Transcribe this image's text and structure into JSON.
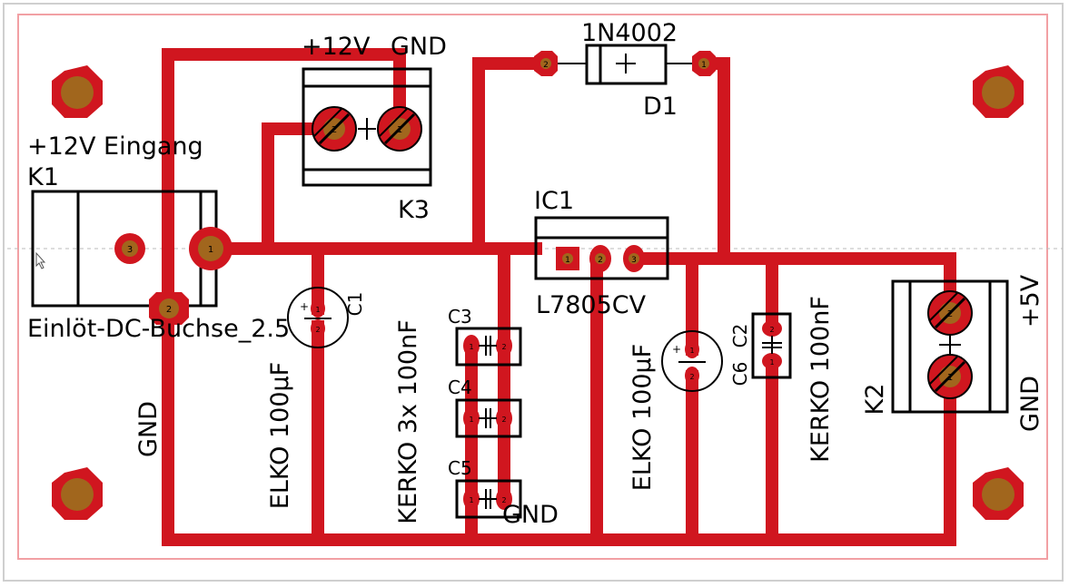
{
  "colors": {
    "trace": "#d0161f",
    "pad_outer": "#d0161f",
    "pad_inner": "#a1661d",
    "outline": "#000000",
    "board_edge": "#f2a0a4",
    "background": "#ffffff"
  },
  "labels": {
    "k1_title": "+12V Eingang",
    "k1_name": "K1",
    "k1_value": "Einlöt-DC-Buchse_2.5",
    "k3_plus": "+12V",
    "k3_gnd": "GND",
    "k3_name": "K3",
    "diode_value": "1N4002",
    "diode_name": "D1",
    "ic_name": "IC1",
    "ic_value": "L7805CV",
    "c1_name": "C1",
    "c1_value": "ELKO 100µF",
    "c3_name": "C3",
    "c4_name": "C4",
    "c5_name": "C5",
    "c345_value": "KERKO 3x 100nF",
    "gnd_bottom": "GND",
    "gnd_left": "GND",
    "c6_name": "C6",
    "c6_value": "ELKO 100µF",
    "c2_name": "C2",
    "c2_value": "KERKO 100nF",
    "k2_name": "K2",
    "k2_plus": "+5V",
    "k2_gnd": "GND"
  },
  "pins": {
    "k1_p1": "1",
    "k1_p2": "2",
    "k1_p3": "3",
    "k3_p1": "1",
    "k3_p2": "2",
    "d1_p1": "1",
    "d1_p2": "2",
    "ic_p1": "1",
    "ic_p2": "2",
    "ic_p3": "3",
    "c1_p1": "1",
    "c1_p2": "2",
    "c3_p1": "1",
    "c3_p2": "2",
    "c4_p1": "1",
    "c4_p2": "2",
    "c5_p1": "1",
    "c5_p2": "2",
    "c6_p1": "1",
    "c6_p2": "2",
    "c2_p1": "1",
    "c2_p2": "2",
    "k2_p1": "1",
    "k2_p2": "2"
  },
  "polarity": {
    "c1_plus": "+",
    "c6_plus": "+"
  }
}
